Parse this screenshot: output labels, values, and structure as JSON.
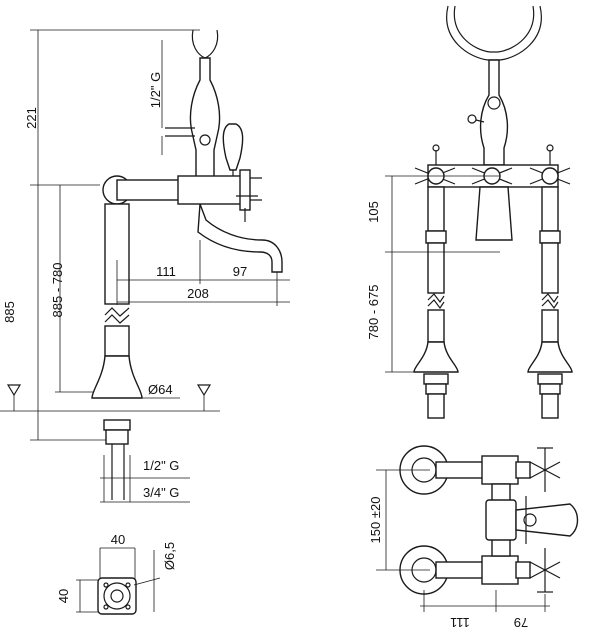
{
  "dimensions": {
    "left_view": {
      "height_top": "221",
      "thread_inlet": "1/2\" G",
      "height_total": "885",
      "height_range": "885 - 780",
      "spout_inner": "111",
      "spout_outer": "97",
      "reach": "208",
      "base_diameter": "Ø64",
      "thread_lower_1": "1/2\" G",
      "thread_lower_2": "3/4\" G"
    },
    "base_detail": {
      "width": "40",
      "height": "40",
      "hole": "Ø6,5"
    },
    "front_view": {
      "upper_height": "105",
      "leg_range": "780 - 675"
    },
    "top_view": {
      "centers": "150 ±20",
      "offset_a": "111",
      "offset_b": "79"
    }
  }
}
